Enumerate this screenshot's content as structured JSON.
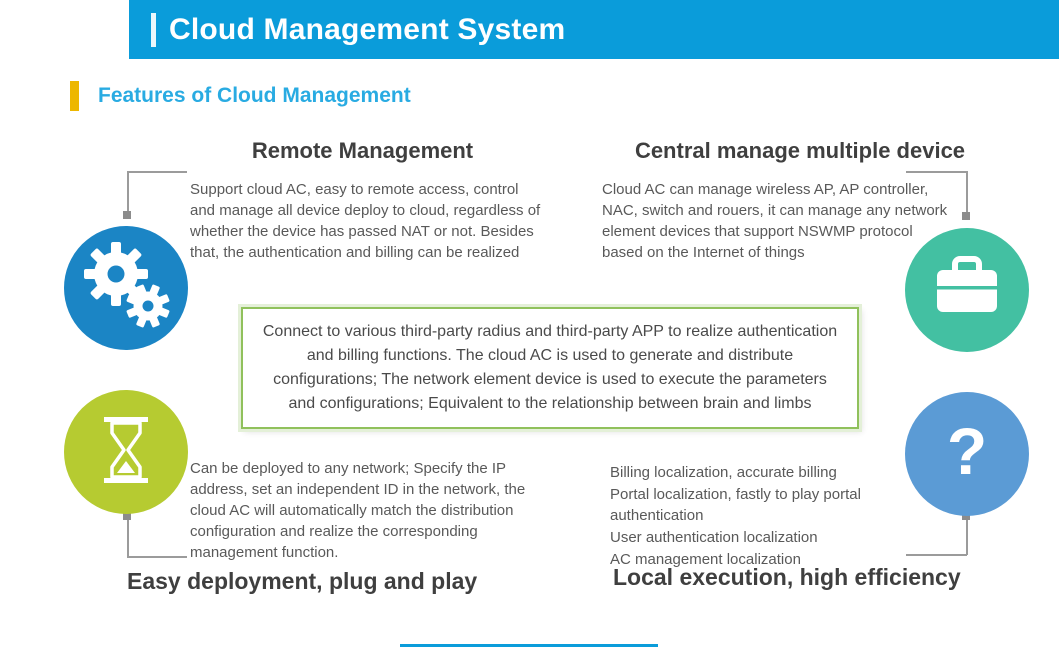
{
  "header": {
    "title": "Cloud Management System"
  },
  "section": {
    "title": "Features of Cloud Management"
  },
  "features": {
    "top_left": {
      "heading": "Remote Management",
      "body": "Support cloud AC, easy to remote access, control and manage all device deploy to cloud, regardless of whether the device has passed NAT or not. Besides that, the authentication and billing can be realized",
      "icon": "gears-icon"
    },
    "top_right": {
      "heading": "Central manage multiple device",
      "body": "Cloud AC can manage wireless AP, AP controller, NAC, switch and rouers, it can manage any network element devices that support NSWMP protocol based on the Internet of things",
      "icon": "briefcase-icon"
    },
    "bottom_left": {
      "heading": "Easy deployment, plug and play",
      "body": "Can be deployed to any network; Specify the IP address, set an independent ID in the network, the cloud AC will automatically match the distribution configuration and realize the corresponding management function.",
      "icon": "hourglass-icon"
    },
    "bottom_right": {
      "heading": "Local execution, high efficiency",
      "lines": [
        "Billing localization, accurate billing",
        "Portal localization, fastly to play portal authentication",
        "User authentication localization",
        "AC management localization"
      ],
      "icon": "question-mark-icon",
      "icon_glyph": "?"
    }
  },
  "center_box": {
    "text": "Connect to various  third-party radius and third-party APP to realize authentication and billing functions. The cloud AC  is used to generate and distribute configurations; The network element device is used to execute the parameters and configurations; Equivalent to the relationship between brain and limbs"
  },
  "colors": {
    "header_bar": "#0A9CDA",
    "section_title": "#29ABE2",
    "accent_yellow": "#EDB700",
    "heading_text": "#3F3F3F",
    "body_text": "#595959",
    "connector_gray": "#9B9B9B",
    "center_box_border": "#90C15C",
    "circle_remote_management": "#1B85C5",
    "circle_central_manage": "#43C0A2",
    "circle_easy_deployment": "#B6CB31",
    "circle_local_execution": "#5B9BD5"
  }
}
